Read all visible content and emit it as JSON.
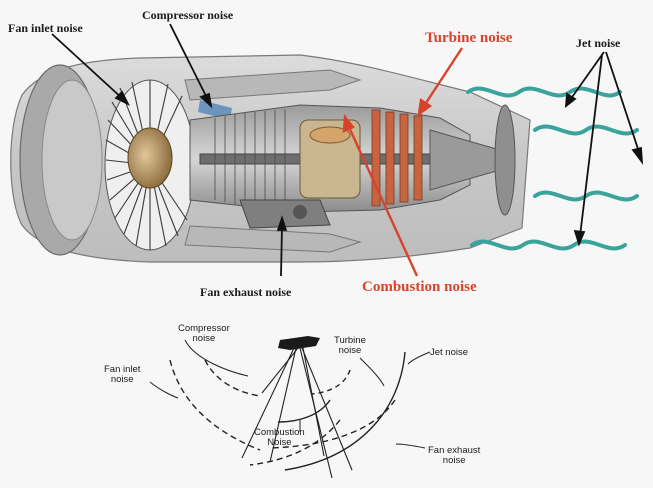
{
  "engine_figure": {
    "labels": {
      "fan_inlet": "Fan inlet noise",
      "compressor": "Compressor noise",
      "turbine": "Turbine noise",
      "jet": "Jet noise",
      "combustion": "Combustion noise",
      "fan_exhaust": "Fan exhaust noise"
    },
    "colors": {
      "label_dark": "#1b1b1b",
      "label_red": "#d8432d",
      "jet_wave": "#3aa39b",
      "fan_blade_accent": "#4a7fb5"
    }
  },
  "directivity_figure": {
    "labels": {
      "compressor_line1": "Compressor",
      "compressor_line2": "noise",
      "turbine_line1": "Turbine",
      "turbine_line2": "noise",
      "jet": "Jet noise",
      "fan_inlet_line1": "Fan inlet",
      "fan_inlet_line2": "noise",
      "combustion_line1": "Combustion",
      "combustion_line2": "Noise",
      "fan_exhaust_line1": "Fan exhaust",
      "fan_exhaust_line2": "noise"
    }
  }
}
